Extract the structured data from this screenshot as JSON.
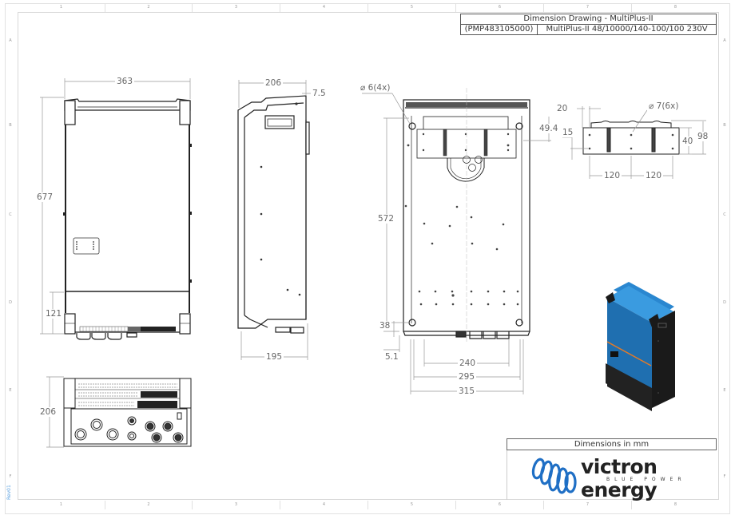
{
  "title_block": {
    "title": "Dimension Drawing - MultiPlus-II",
    "part_number": "(PMP483105000)",
    "model": "MultiPlus-II 48/10000/140-100/100 230V"
  },
  "grid": {
    "columns": [
      "1",
      "2",
      "3",
      "4",
      "5",
      "6",
      "7",
      "8"
    ],
    "rows": [
      "A",
      "B",
      "C",
      "D",
      "E",
      "F"
    ]
  },
  "revision": "Rev01",
  "units_note": "Dimensions in mm",
  "brand": {
    "name": "victron energy",
    "tagline": "BLUE POWER",
    "color": "#1f6fc5"
  },
  "views": {
    "front": {
      "width": "363",
      "height": "677",
      "bottom_section": "121"
    },
    "side": {
      "depth": "206",
      "handle_offset": "7.5",
      "base_depth": "195"
    },
    "back": {
      "hole_callout": "⌀ 6(4x)",
      "hole_vertical_spacing": "572",
      "bracket_offset": "49.4",
      "bottom_offset": "38",
      "bottom_lip": "5.1",
      "width_inner": "240",
      "width_mid": "295",
      "width_outer": "315"
    },
    "bracket": {
      "hole_callout": "⌀ 7(6x)",
      "top_offset": "20",
      "left_offset": "15",
      "hole_spacing_v": "40",
      "height": "98",
      "spacing_left": "120",
      "spacing_right": "120"
    },
    "bottom": {
      "depth": "206"
    }
  },
  "product_render": {
    "body_color": "#2a87d0",
    "housing_color": "#1e1e1e",
    "stripe_color": "#e07a2a"
  }
}
